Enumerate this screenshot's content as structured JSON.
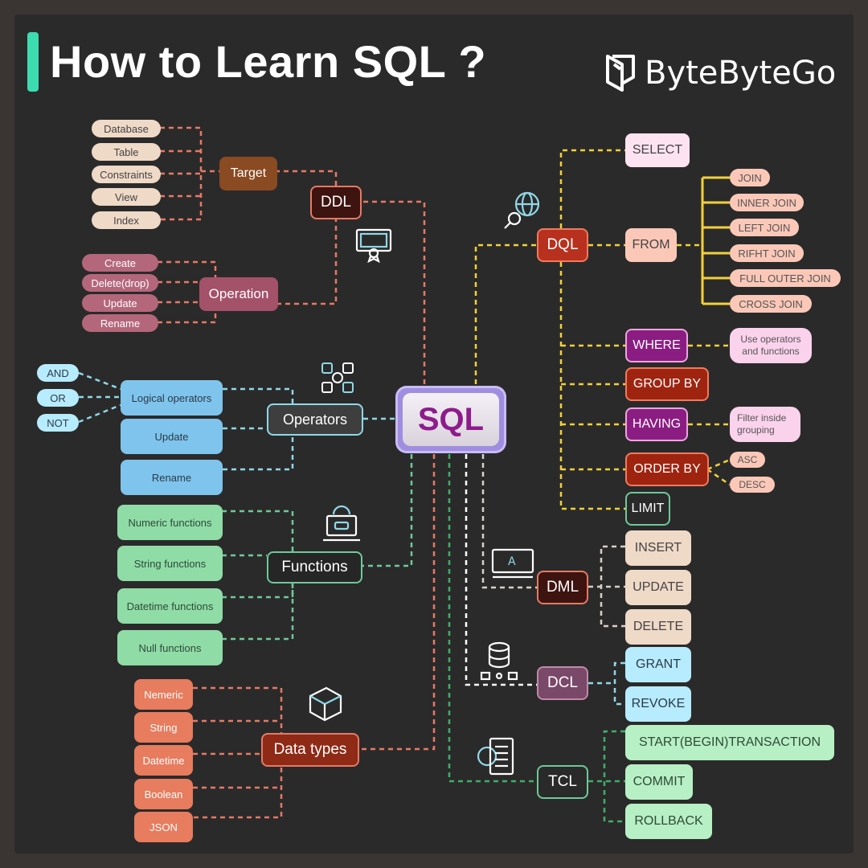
{
  "header": {
    "title": "How to Learn SQL ?",
    "brand": "ByteByteGo"
  },
  "center": {
    "label": "SQL"
  },
  "ddl": {
    "label": "DDL",
    "target": {
      "label": "Target",
      "items": [
        "Database",
        "Table",
        "Constraints",
        "View",
        "Index"
      ]
    },
    "operation": {
      "label": "Operation",
      "items": [
        "Create",
        "Delete(drop)",
        "Update",
        "Rename"
      ]
    }
  },
  "operators": {
    "label": "Operators",
    "items": [
      "Logical operators",
      "Update",
      "Rename"
    ],
    "logical": [
      "AND",
      "OR",
      "NOT"
    ]
  },
  "functions": {
    "label": "Functions",
    "items": [
      "Numeric functions",
      "String functions",
      "Datetime functions",
      "Null functions"
    ]
  },
  "data_types": {
    "label": "Data types",
    "items": [
      "Nemeric",
      "String",
      "Datetime",
      "Boolean",
      "JSON"
    ]
  },
  "dql": {
    "label": "DQL",
    "select": "SELECT",
    "from": {
      "label": "FROM",
      "joins": [
        "JOIN",
        "INNER JOIN",
        "LEFT JOIN",
        "RIFHT JOIN",
        "FULL OUTER JOIN",
        "CROSS JOIN"
      ]
    },
    "where": {
      "label": "WHERE",
      "note": [
        "Use operators",
        "and functions"
      ]
    },
    "group_by": "GROUP BY",
    "having": {
      "label": "HAVING",
      "note": [
        "Filter inside",
        "grouping"
      ]
    },
    "order_by": {
      "label": "ORDER BY",
      "items": [
        "ASC",
        "DESC"
      ]
    },
    "limit": "LIMIT"
  },
  "dml": {
    "label": "DML",
    "items": [
      "INSERT",
      "UPDATE",
      "DELETE"
    ]
  },
  "dcl": {
    "label": "DCL",
    "items": [
      "GRANT",
      "REVOKE"
    ]
  },
  "tcl": {
    "label": "TCL",
    "items": [
      "START(BEGIN)TRANSACTION",
      "COMMIT",
      "ROLLBACK"
    ]
  },
  "colors": {
    "background": "#2b2a2a",
    "accent": "#3ddcb0",
    "ddl_line": "#e57a66",
    "dql_line": "#f2d13a",
    "operators_line": "#8fd8e8",
    "functions_line": "#6ec99a",
    "tcl_line": "#3fae6a",
    "dml_line": "#d8d0c8"
  },
  "icons": [
    "brand-logo-icon",
    "certificate-icon",
    "globe-search-icon",
    "operators-icon",
    "laptop-icon",
    "dml-screen-icon",
    "database-network-icon",
    "cube-icon",
    "checklist-gear-icon"
  ]
}
